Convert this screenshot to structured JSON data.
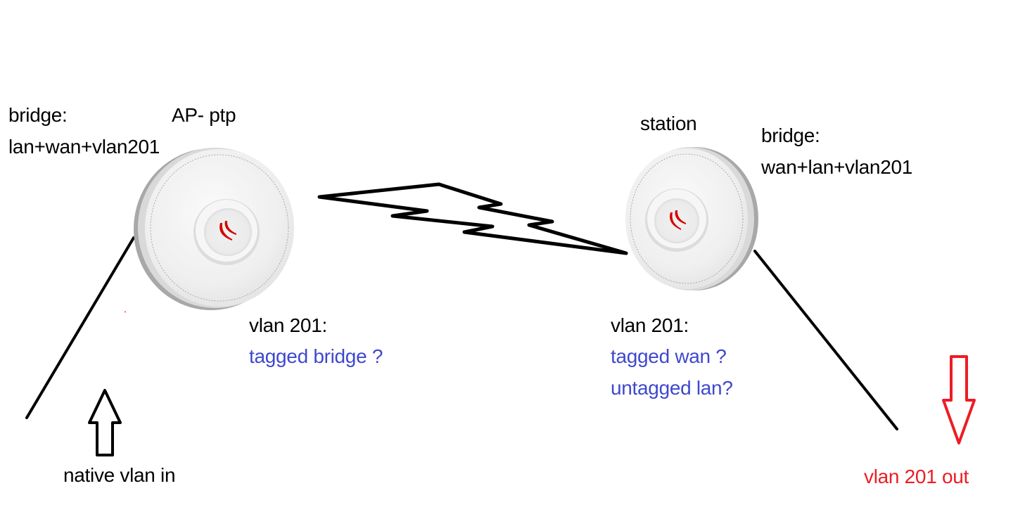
{
  "diagram": {
    "type": "network-topology",
    "colors": {
      "text": "#000000",
      "question": "#3f48cc",
      "output": "#ed1c24",
      "device_body": "#f2f2f2",
      "device_edge": "#a6a6a6",
      "logo": "#d40000"
    },
    "ap": {
      "role_label": "AP- ptp",
      "bridge_title": "bridge:",
      "bridge_members": "lan+wan+vlan201",
      "vlan_title": "vlan 201:",
      "vlan_questions": [
        "tagged bridge ?"
      ]
    },
    "station": {
      "role_label": "station",
      "bridge_title": "bridge:",
      "bridge_members": "wan+lan+vlan201",
      "vlan_title": "vlan 201:",
      "vlan_questions": [
        "tagged wan ?",
        "untagged lan?"
      ]
    },
    "wireless_link": {
      "icon": "lightning-bolt-icon"
    },
    "input": {
      "label": "native vlan in",
      "icon": "arrow-up-icon"
    },
    "output": {
      "label": "vlan 201 out",
      "icon": "arrow-down-icon"
    }
  }
}
